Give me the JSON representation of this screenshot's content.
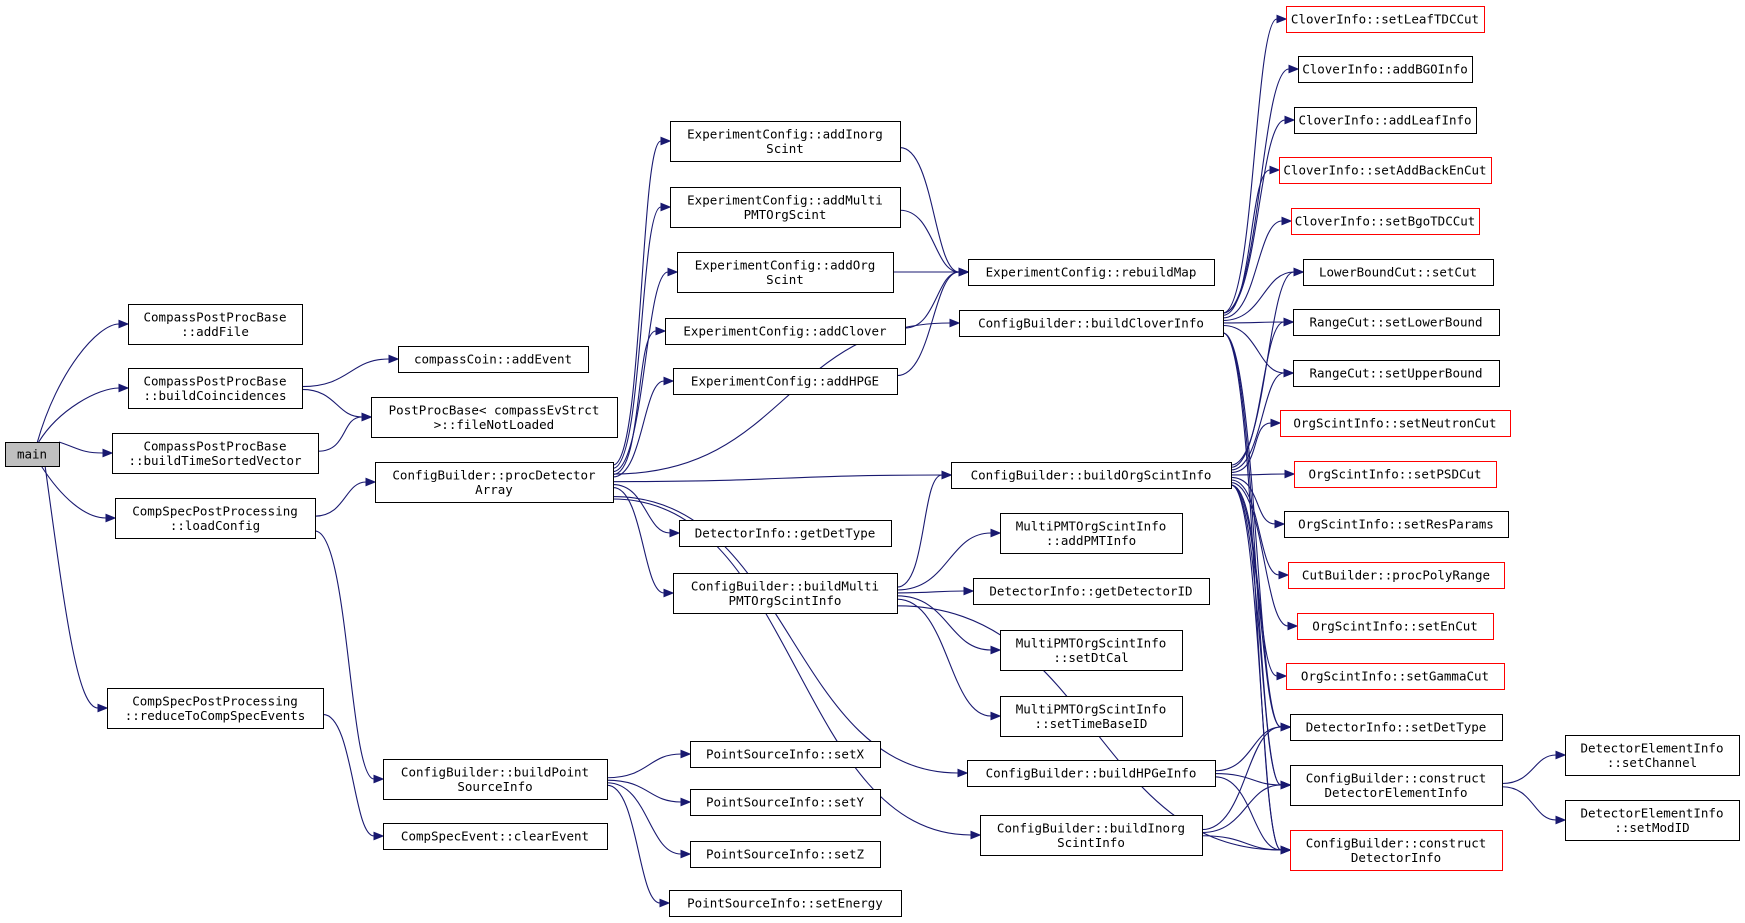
{
  "nodes": [
    {
      "id": "main",
      "lines": [
        "main"
      ],
      "style": "root"
    },
    {
      "id": "cppb_addFile",
      "lines": [
        "CompassPostProcBase",
        "::addFile"
      ],
      "style": "normal"
    },
    {
      "id": "cppb_buildCoinc",
      "lines": [
        "CompassPostProcBase",
        "::buildCoincidences"
      ],
      "style": "normal"
    },
    {
      "id": "cppb_buildTSV",
      "lines": [
        "CompassPostProcBase",
        "::buildTimeSortedVector"
      ],
      "style": "normal"
    },
    {
      "id": "csp_loadConfig",
      "lines": [
        "CompSpecPostProcessing",
        "::loadConfig"
      ],
      "style": "normal"
    },
    {
      "id": "csp_reduce",
      "lines": [
        "CompSpecPostProcessing",
        "::reduceToCompSpecEvents"
      ],
      "style": "normal"
    },
    {
      "id": "cc_addEvent",
      "lines": [
        "compassCoin::addEvent"
      ],
      "style": "normal"
    },
    {
      "id": "ppb_fileNotLoaded",
      "lines": [
        "PostProcBase< compassEvStrct",
        ">::fileNotLoaded"
      ],
      "style": "normal"
    },
    {
      "id": "cb_procDet",
      "lines": [
        "ConfigBuilder::procDetector",
        "Array"
      ],
      "style": "normal"
    },
    {
      "id": "cb_buildPoint",
      "lines": [
        "ConfigBuilder::buildPoint",
        "SourceInfo"
      ],
      "style": "normal"
    },
    {
      "id": "cse_clearEvent",
      "lines": [
        "CompSpecEvent::clearEvent"
      ],
      "style": "normal"
    },
    {
      "id": "ec_addInorg",
      "lines": [
        "ExperimentConfig::addInorg",
        "Scint"
      ],
      "style": "normal"
    },
    {
      "id": "ec_addMulti",
      "lines": [
        "ExperimentConfig::addMulti",
        "PMTOrgScint"
      ],
      "style": "normal"
    },
    {
      "id": "ec_addOrg",
      "lines": [
        "ExperimentConfig::addOrg",
        "Scint"
      ],
      "style": "normal"
    },
    {
      "id": "ec_addClover",
      "lines": [
        "ExperimentConfig::addClover"
      ],
      "style": "normal"
    },
    {
      "id": "ec_addHPGE",
      "lines": [
        "ExperimentConfig::addHPGE"
      ],
      "style": "normal"
    },
    {
      "id": "di_getDetType",
      "lines": [
        "DetectorInfo::getDetType"
      ],
      "style": "normal"
    },
    {
      "id": "cb_buildMulti",
      "lines": [
        "ConfigBuilder::buildMulti",
        "PMTOrgScintInfo"
      ],
      "style": "normal"
    },
    {
      "id": "psi_setX",
      "lines": [
        "PointSourceInfo::setX"
      ],
      "style": "normal"
    },
    {
      "id": "psi_setY",
      "lines": [
        "PointSourceInfo::setY"
      ],
      "style": "normal"
    },
    {
      "id": "psi_setZ",
      "lines": [
        "PointSourceInfo::setZ"
      ],
      "style": "normal"
    },
    {
      "id": "psi_setEnergy",
      "lines": [
        "PointSourceInfo::setEnergy"
      ],
      "style": "normal"
    },
    {
      "id": "ec_rebuildMap",
      "lines": [
        "ExperimentConfig::rebuildMap"
      ],
      "style": "normal"
    },
    {
      "id": "cb_buildClover",
      "lines": [
        "ConfigBuilder::buildCloverInfo"
      ],
      "style": "normal"
    },
    {
      "id": "cb_buildOrg",
      "lines": [
        "ConfigBuilder::buildOrgScintInfo"
      ],
      "style": "normal"
    },
    {
      "id": "mpi_addPMT",
      "lines": [
        "MultiPMTOrgScintInfo",
        "::addPMTInfo"
      ],
      "style": "normal"
    },
    {
      "id": "di_getDetID",
      "lines": [
        "DetectorInfo::getDetectorID"
      ],
      "style": "normal"
    },
    {
      "id": "mpi_setDtCal",
      "lines": [
        "MultiPMTOrgScintInfo",
        "::setDtCal"
      ],
      "style": "normal"
    },
    {
      "id": "mpi_setTimeBase",
      "lines": [
        "MultiPMTOrgScintInfo",
        "::setTimeBaseID"
      ],
      "style": "normal"
    },
    {
      "id": "cb_buildHPGe",
      "lines": [
        "ConfigBuilder::buildHPGeInfo"
      ],
      "style": "normal"
    },
    {
      "id": "cb_buildInorg",
      "lines": [
        "ConfigBuilder::buildInorg",
        "ScintInfo"
      ],
      "style": "normal"
    },
    {
      "id": "ci_setLeafTDC",
      "lines": [
        "CloverInfo::setLeafTDCCut"
      ],
      "style": "red"
    },
    {
      "id": "ci_addBGO",
      "lines": [
        "CloverInfo::addBGOInfo"
      ],
      "style": "normal"
    },
    {
      "id": "ci_addLeaf",
      "lines": [
        "CloverInfo::addLeafInfo"
      ],
      "style": "normal"
    },
    {
      "id": "ci_setAddBack",
      "lines": [
        "CloverInfo::setAddBackEnCut"
      ],
      "style": "red"
    },
    {
      "id": "ci_setBgoTDC",
      "lines": [
        "CloverInfo::setBgoTDCCut"
      ],
      "style": "red"
    },
    {
      "id": "lbc_setCut",
      "lines": [
        "LowerBoundCut::setCut"
      ],
      "style": "normal"
    },
    {
      "id": "rc_setLower",
      "lines": [
        "RangeCut::setLowerBound"
      ],
      "style": "normal"
    },
    {
      "id": "rc_setUpper",
      "lines": [
        "RangeCut::setUpperBound"
      ],
      "style": "normal"
    },
    {
      "id": "osi_setNeutron",
      "lines": [
        "OrgScintInfo::setNeutronCut"
      ],
      "style": "red"
    },
    {
      "id": "osi_setPSD",
      "lines": [
        "OrgScintInfo::setPSDCut"
      ],
      "style": "red"
    },
    {
      "id": "osi_setRes",
      "lines": [
        "OrgScintInfo::setResParams"
      ],
      "style": "normal"
    },
    {
      "id": "cbld_procPoly",
      "lines": [
        "CutBuilder::procPolyRange"
      ],
      "style": "red"
    },
    {
      "id": "osi_setEn",
      "lines": [
        "OrgScintInfo::setEnCut"
      ],
      "style": "red"
    },
    {
      "id": "osi_setGamma",
      "lines": [
        "OrgScintInfo::setGammaCut"
      ],
      "style": "red"
    },
    {
      "id": "di_setDetType",
      "lines": [
        "DetectorInfo::setDetType"
      ],
      "style": "normal"
    },
    {
      "id": "cb_constructDEI",
      "lines": [
        "ConfigBuilder::construct",
        "DetectorElementInfo"
      ],
      "style": "normal"
    },
    {
      "id": "cb_constructDI",
      "lines": [
        "ConfigBuilder::construct",
        "DetectorInfo"
      ],
      "style": "red"
    },
    {
      "id": "dei_setChannel",
      "lines": [
        "DetectorElementInfo",
        "::setChannel"
      ],
      "style": "normal"
    },
    {
      "id": "dei_setModID",
      "lines": [
        "DetectorElementInfo",
        "::setModID"
      ],
      "style": "normal"
    }
  ],
  "edges": [
    [
      "main",
      "cppb_addFile"
    ],
    [
      "main",
      "cppb_buildCoinc"
    ],
    [
      "main",
      "cppb_buildTSV"
    ],
    [
      "main",
      "csp_loadConfig"
    ],
    [
      "main",
      "csp_reduce"
    ],
    [
      "cppb_buildCoinc",
      "cc_addEvent"
    ],
    [
      "cppb_buildCoinc",
      "ppb_fileNotLoaded"
    ],
    [
      "cppb_buildTSV",
      "ppb_fileNotLoaded"
    ],
    [
      "csp_loadConfig",
      "cb_procDet"
    ],
    [
      "csp_loadConfig",
      "cb_buildPoint"
    ],
    [
      "csp_reduce",
      "cse_clearEvent"
    ],
    [
      "cb_procDet",
      "ec_addInorg"
    ],
    [
      "cb_procDet",
      "ec_addMulti"
    ],
    [
      "cb_procDet",
      "ec_addOrg"
    ],
    [
      "cb_procDet",
      "ec_addClover"
    ],
    [
      "cb_procDet",
      "ec_addHPGE"
    ],
    [
      "cb_procDet",
      "cb_buildClover"
    ],
    [
      "cb_procDet",
      "cb_buildOrg"
    ],
    [
      "cb_procDet",
      "di_getDetType"
    ],
    [
      "cb_procDet",
      "cb_buildMulti"
    ],
    [
      "cb_procDet",
      "cb_buildHPGe"
    ],
    [
      "cb_procDet",
      "cb_buildInorg"
    ],
    [
      "cb_buildPoint",
      "psi_setX"
    ],
    [
      "cb_buildPoint",
      "psi_setY"
    ],
    [
      "cb_buildPoint",
      "psi_setZ"
    ],
    [
      "cb_buildPoint",
      "psi_setEnergy"
    ],
    [
      "ec_addInorg",
      "ec_rebuildMap"
    ],
    [
      "ec_addMulti",
      "ec_rebuildMap"
    ],
    [
      "ec_addOrg",
      "ec_rebuildMap"
    ],
    [
      "ec_addClover",
      "ec_rebuildMap"
    ],
    [
      "ec_addHPGE",
      "ec_rebuildMap"
    ],
    [
      "cb_buildMulti",
      "cb_buildOrg"
    ],
    [
      "cb_buildMulti",
      "mpi_addPMT"
    ],
    [
      "cb_buildMulti",
      "di_getDetID"
    ],
    [
      "cb_buildMulti",
      "mpi_setDtCal"
    ],
    [
      "cb_buildMulti",
      "mpi_setTimeBase"
    ],
    [
      "cb_buildMulti",
      "cb_constructDI"
    ],
    [
      "cb_buildClover",
      "ci_setLeafTDC"
    ],
    [
      "cb_buildClover",
      "ci_addBGO"
    ],
    [
      "cb_buildClover",
      "ci_addLeaf"
    ],
    [
      "cb_buildClover",
      "ci_setAddBack"
    ],
    [
      "cb_buildClover",
      "ci_setBgoTDC"
    ],
    [
      "cb_buildClover",
      "lbc_setCut"
    ],
    [
      "cb_buildClover",
      "rc_setLower"
    ],
    [
      "cb_buildClover",
      "rc_setUpper"
    ],
    [
      "cb_buildClover",
      "di_setDetType"
    ],
    [
      "cb_buildClover",
      "cb_constructDEI"
    ],
    [
      "cb_buildClover",
      "cb_constructDI"
    ],
    [
      "cb_buildOrg",
      "lbc_setCut"
    ],
    [
      "cb_buildOrg",
      "rc_setLower"
    ],
    [
      "cb_buildOrg",
      "rc_setUpper"
    ],
    [
      "cb_buildOrg",
      "osi_setNeutron"
    ],
    [
      "cb_buildOrg",
      "osi_setPSD"
    ],
    [
      "cb_buildOrg",
      "osi_setRes"
    ],
    [
      "cb_buildOrg",
      "cbld_procPoly"
    ],
    [
      "cb_buildOrg",
      "osi_setEn"
    ],
    [
      "cb_buildOrg",
      "osi_setGamma"
    ],
    [
      "cb_buildOrg",
      "di_setDetType"
    ],
    [
      "cb_buildOrg",
      "cb_constructDEI"
    ],
    [
      "cb_buildOrg",
      "cb_constructDI"
    ],
    [
      "cb_buildHPGe",
      "di_setDetType"
    ],
    [
      "cb_buildHPGe",
      "cb_constructDEI"
    ],
    [
      "cb_buildHPGe",
      "cb_constructDI"
    ],
    [
      "cb_buildInorg",
      "di_setDetType"
    ],
    [
      "cb_buildInorg",
      "cb_constructDEI"
    ],
    [
      "cb_buildInorg",
      "cb_constructDI"
    ],
    [
      "cb_constructDEI",
      "dei_setChannel"
    ],
    [
      "cb_constructDEI",
      "dei_setModID"
    ]
  ]
}
